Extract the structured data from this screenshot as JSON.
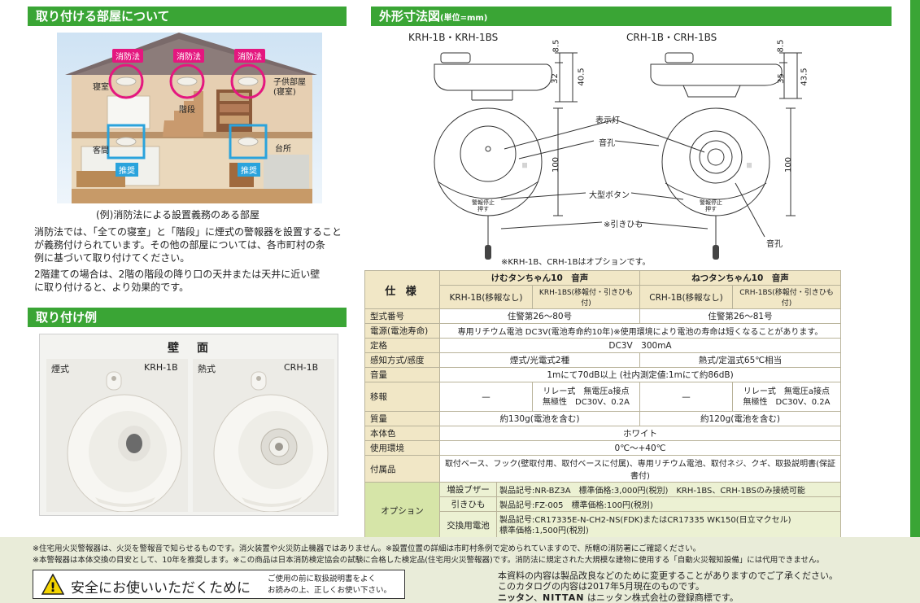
{
  "left": {
    "rooms_title": "取り付ける部屋について",
    "illustration": {
      "tags_law": [
        "消防法",
        "消防法",
        "消防法"
      ],
      "rooms": [
        "寝室",
        "階段",
        "子供部屋\n(寝室)",
        "客間",
        "台所"
      ],
      "tags_rec": [
        "推奨",
        "推奨"
      ]
    },
    "caption": "(例)消防法による設置義務のある部屋",
    "para1": [
      "消防法では、「全ての寝室」と「階段」に煙式の警報器を設置することが義務付けられています。その他の部屋については、各市町村の条",
      "例に基づいて取り付けてください。"
    ],
    "para2": [
      "2階建ての場合は、2階の階段の降り口の天井または天井に近い壁",
      "に取り付けると、より効果的です。"
    ],
    "example_title": "取り付け例",
    "wall_label": "壁　面",
    "photo_left": {
      "type": "煙式",
      "model": "KRH-1B"
    },
    "photo_right": {
      "type": "熱式",
      "model": "CRH-1B"
    }
  },
  "right": {
    "dim_title": "外形寸法図",
    "dim_unit": "(単位=mm)",
    "model_a": "KRH-1B・KRH-1BS",
    "model_b": "CRH-1B・CRH-1BS",
    "dims_a": [
      "8.5",
      "32",
      "40.5",
      "100"
    ],
    "dims_b": [
      "8.5",
      "35",
      "43.5",
      "100"
    ],
    "callouts": {
      "lamp": "表示灯",
      "hole": "音孔",
      "button": "大型ボタン",
      "string": "※引きひも",
      "hole2": "音孔"
    },
    "device_text": "警報停止\n押す",
    "option_note": "※KRH-1B、CRH-1Bはオプションです。"
  },
  "spec": {
    "title": "仕 様",
    "col_a": "けむタンちゃん10　音声",
    "col_b": "ねつタンちゃん10　音声",
    "sub": [
      "KRH-1B(移報なし)",
      "KRH-1BS(移報付・引きひも付)",
      "CRH-1B(移報なし)",
      "CRH-1BS(移報付・引きひも付)"
    ],
    "rows": [
      {
        "label": "型式番号",
        "a": "住警第26～80号",
        "b": "住警第26～81号"
      },
      {
        "label": "電源(電池寿命)",
        "all": "専用リチウム電池 DC3V(電池寿命約10年)※使用環境により電池の寿命は短くなることがあります。"
      },
      {
        "label": "定格",
        "all": "DC3V　300mA"
      },
      {
        "label": "感知方式/感度",
        "a": "煙式/光電式2種",
        "b": "熱式/定温式65℃相当"
      },
      {
        "label": "音量",
        "all": "1mにて70dB以上 (社内測定値:1mにて約86dB)"
      },
      {
        "label": "移報",
        "a1": "—",
        "a2": [
          "リレー式　無電圧a接点",
          "無極性　DC30V、0.2A"
        ],
        "b1": "—",
        "b2": [
          "リレー式　無電圧a接点",
          "無極性　DC30V、0.2A"
        ]
      },
      {
        "label": "質量",
        "a": "約130g(電池を含む)",
        "b": "約120g(電池を含む)"
      },
      {
        "label": "本体色",
        "all": "ホワイト"
      },
      {
        "label": "使用環境",
        "all": "0℃～+40℃"
      },
      {
        "label": "付属品",
        "all": "取付ベース、フック(壁取付用、取付ベースに付属)、専用リチウム電池、取付ネジ、クギ、取扱説明書(保証書付)"
      }
    ],
    "options_label": "オプション",
    "options": [
      {
        "name": "増設ブザー",
        "desc": [
          "製品記号:NR-BZ3A　標準価格:3,000円(税別)　KRH-1BS、CRH-1BSのみ接続可能"
        ]
      },
      {
        "name": "引きひも",
        "desc": [
          "製品記号:FZ-005　標準価格:100円(税別)"
        ]
      },
      {
        "name": "交換用電池",
        "desc": [
          "製品記号:CR17335E-N-CH2-NS(FDK)またはCR17335 WK150(日立マクセル)",
          "標準価格:1,500円(税別)"
        ]
      }
    ]
  },
  "footer": {
    "note1": "※住宅用火災警報器は、火災を警報音で知らせるものです。消火装置や火災防止機器ではありません。※設置位置の詳細は市町村条例で定められていますので、所轄の消防署にご確認ください。",
    "note2": "※本警報器は本体交換の目安として、10年を推奨します。※この商品は日本消防検定協会の試験に合格した検定品(住宅用火災警報器)です。消防法に規定された大規模な建物に使用する「自動火災報知設備」には代用できません。",
    "safety": "安全にお使いいただくために",
    "safety_sub": [
      "ご使用の前に取扱説明書をよく",
      "お読みの上、正しくお使い下さい。"
    ],
    "disclaimer": [
      "本資料の内容は製品改良などのために変更することがありますのでご了承ください。",
      "このカタログの内容は2017年5月現在のものです。"
    ],
    "brand1": "ニッタン",
    "brand2": "NITTAN",
    "trademark": "はニッタン株式会社の登録商標です。"
  }
}
